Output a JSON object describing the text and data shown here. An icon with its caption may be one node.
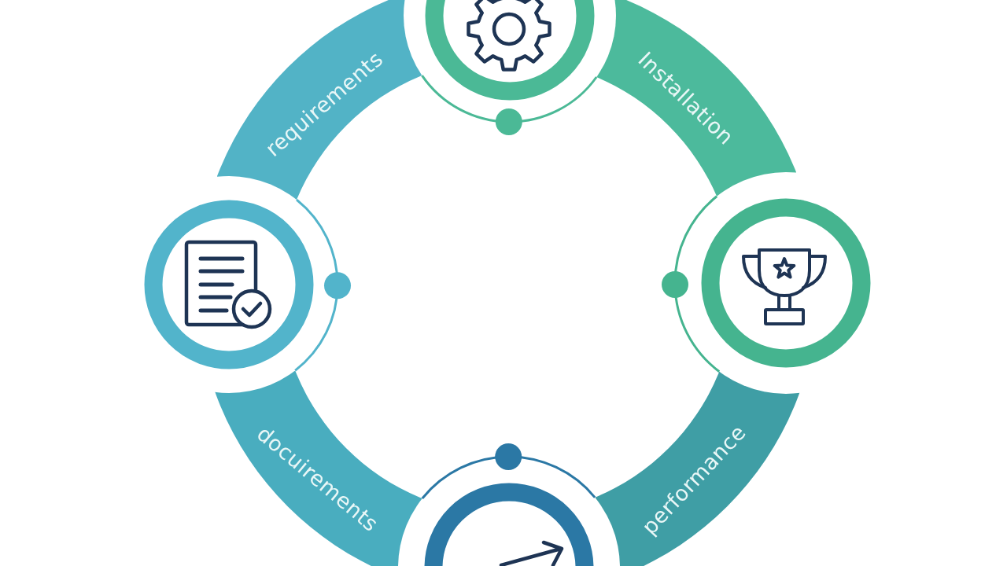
{
  "diagram": {
    "nodes": [
      {
        "text": [
          "requirements"
        ]
      },
      {
        "text": [],
        "shape": "circle"
      },
      {
        "text": [
          "Installation"
        ]
      },
      {
        "text": [],
        "shape": "circle"
      },
      {
        "text": [
          "performance"
        ]
      },
      {
        "text": [],
        "shape": "circle"
      },
      {
        "text": [
          "docuirements"
        ]
      },
      {
        "text": [],
        "shape": "circle"
      }
    ],
    "edges": [
      {
        "from": 0,
        "to": 2,
        "arrow": "none"
      },
      {
        "from": 2,
        "to": 4,
        "arrow": "none"
      },
      {
        "from": 4,
        "to": 6,
        "arrow": "none"
      },
      {
        "from": 6,
        "to": 0,
        "arrow": "none"
      }
    ]
  }
}
